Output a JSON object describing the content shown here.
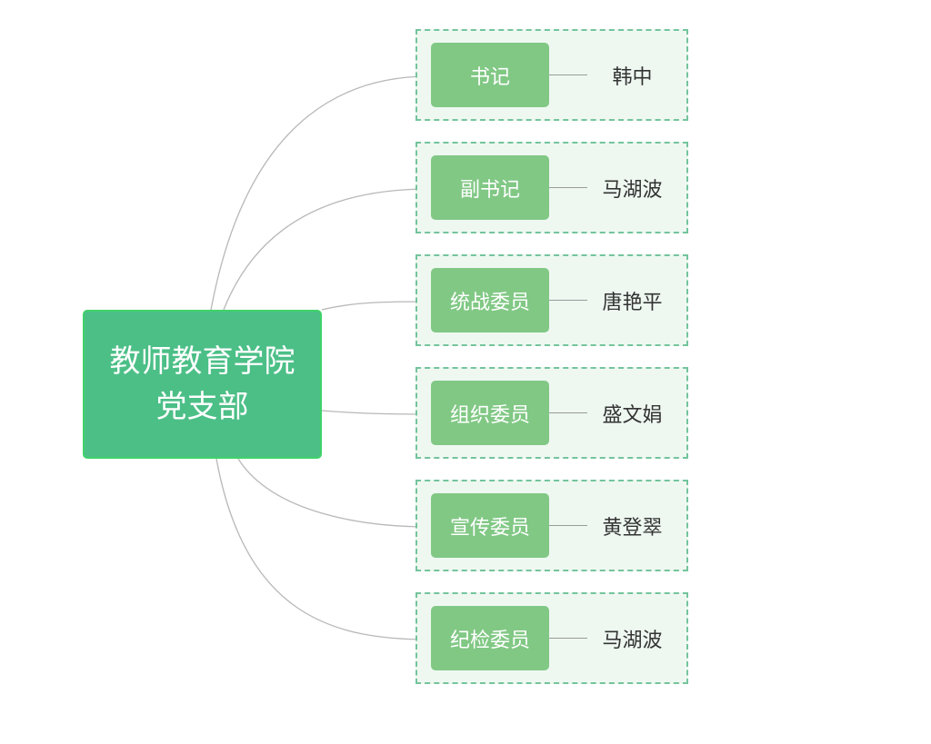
{
  "root": {
    "line1": "教师教育学院",
    "line2": "党支部"
  },
  "colors": {
    "root_fill": "#4cbf87",
    "root_border": "#3fd26a",
    "role_fill": "#81c885",
    "group_border": "#74c49c",
    "group_fill": "#eef8f1",
    "connector": "#b8b8b8"
  },
  "branches": [
    {
      "role": "书记",
      "name": "韩中"
    },
    {
      "role": "副书记",
      "name": "马湖波"
    },
    {
      "role": "统战委员",
      "name": "唐艳平"
    },
    {
      "role": "组织委员",
      "name": "盛文娟"
    },
    {
      "role": "宣传委员",
      "name": "黄登翠"
    },
    {
      "role": "纪检委员",
      "name": "马湖波"
    }
  ]
}
